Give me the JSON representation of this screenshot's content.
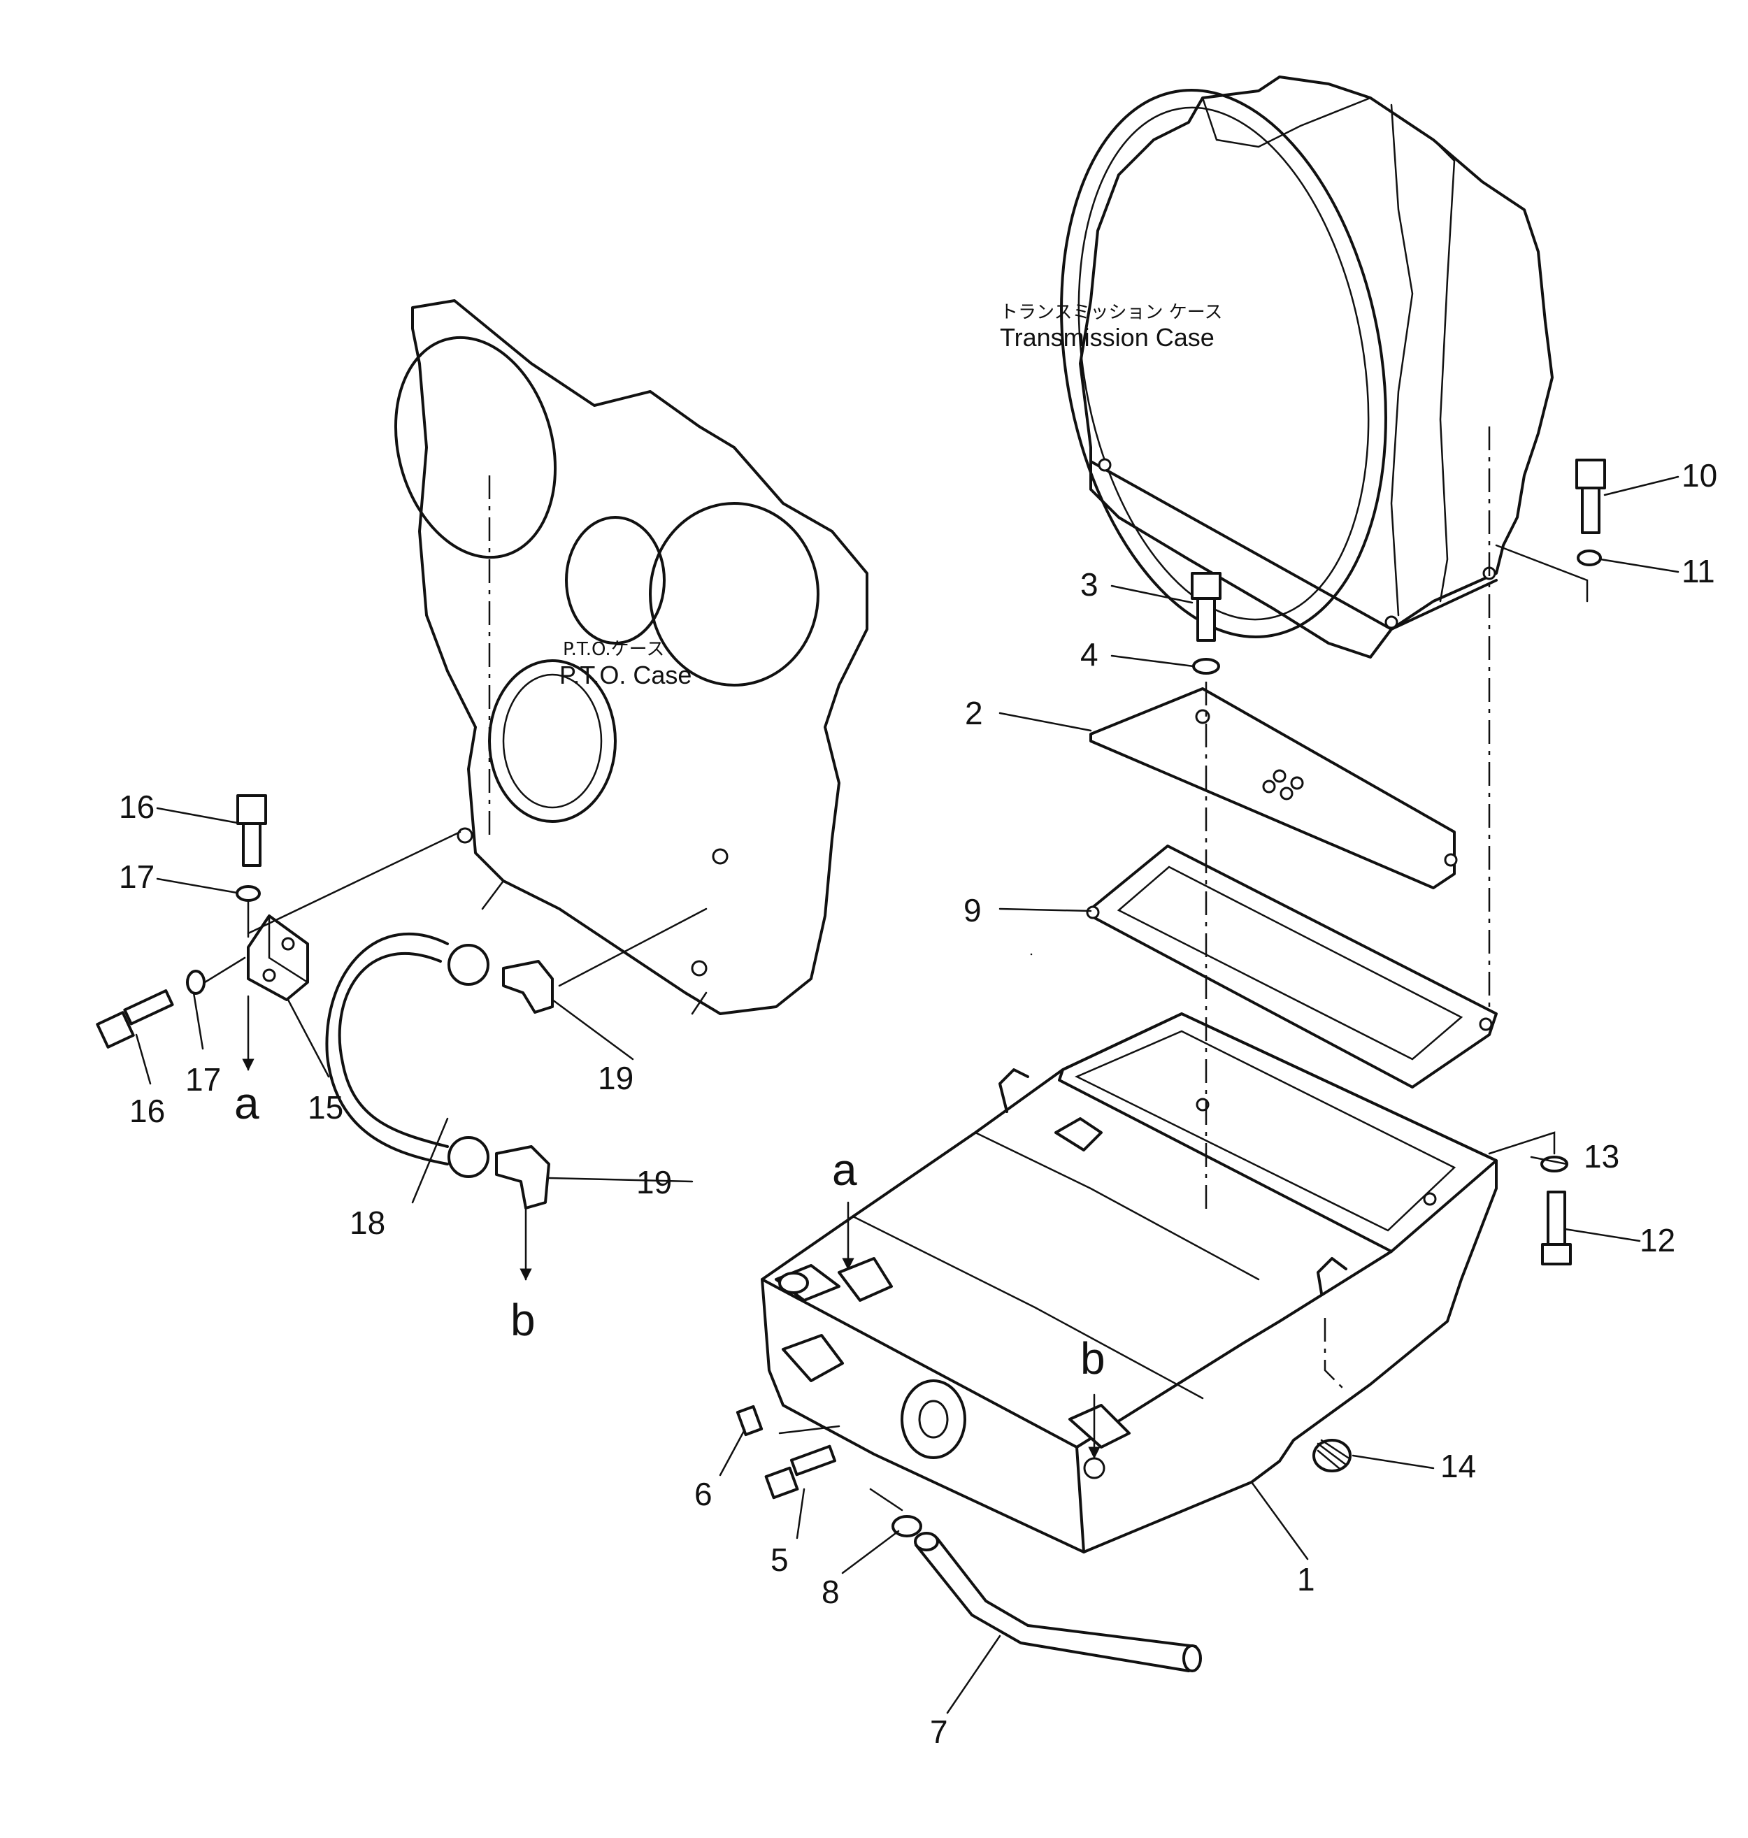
{
  "captions": {
    "transmission_jp": "トランスミッション ケース",
    "transmission_en": "Transmission Case",
    "pto_jp": "P.T.O.ケース",
    "pto_en": "P.T.O. Case"
  },
  "callouts": {
    "c1": "1",
    "c2": "2",
    "c3": "3",
    "c4": "4",
    "c5": "5",
    "c6": "6",
    "c7": "7",
    "c8": "8",
    "c9": "9",
    "c10": "10",
    "c11": "11",
    "c12": "12",
    "c13": "13",
    "c14": "14",
    "c15": "15",
    "c16a": "16",
    "c16b": "16",
    "c17a": "17",
    "c17b": "17",
    "c18": "18",
    "c19a": "19",
    "c19b": "19"
  },
  "connectors": {
    "a_left": "a",
    "b_left": "b",
    "a_right": "a",
    "b_right": "b"
  }
}
